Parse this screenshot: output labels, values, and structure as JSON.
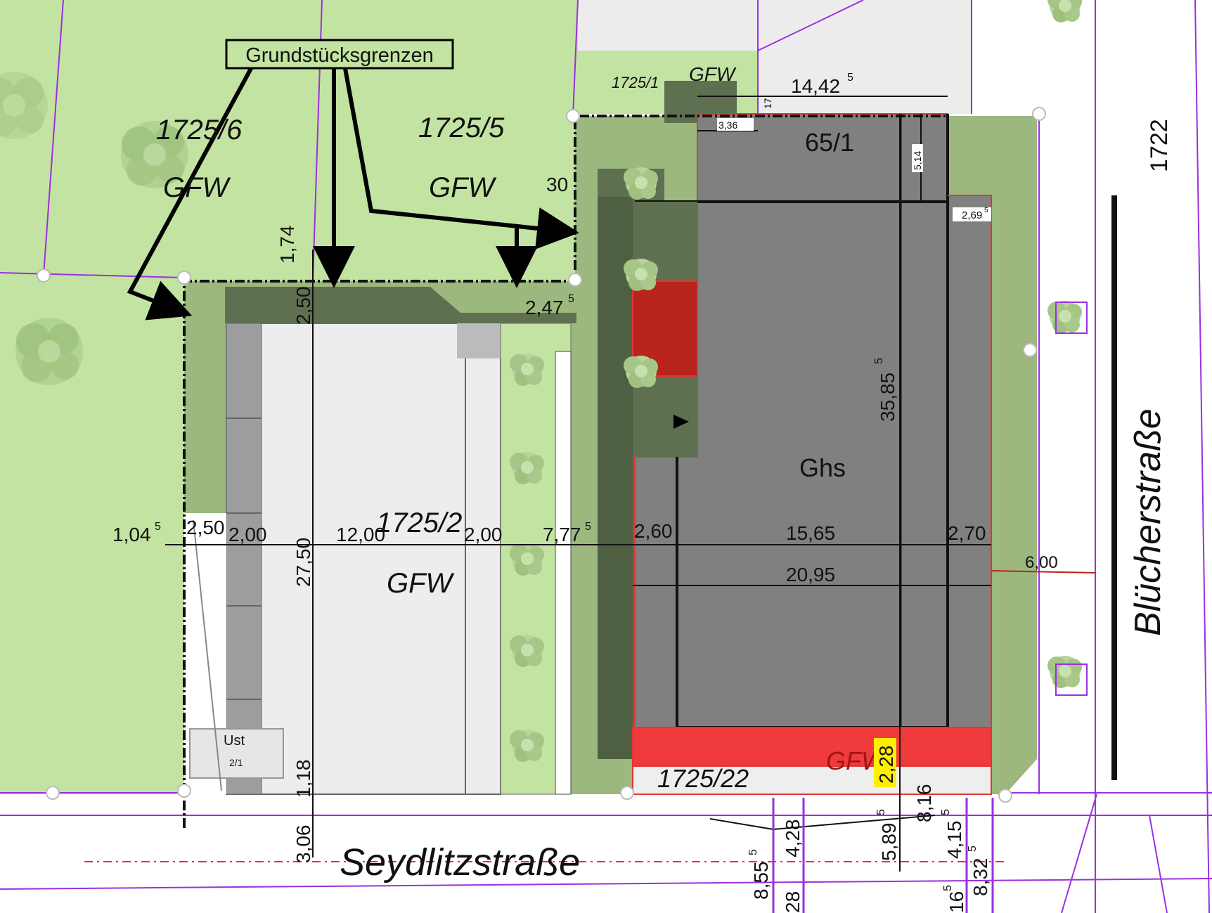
{
  "colors": {
    "lawn": "#c3e3a2",
    "parcel_green": "#9cb87f",
    "dark_green": "#5e7050",
    "building_grey": "#808080",
    "building_light": "#ededed",
    "red_zone": "#e33636",
    "parcel_line": "#9b30e0",
    "highlight": "#ffee00"
  },
  "callout": {
    "text": "Grundstücksgrenzen"
  },
  "parcels": {
    "p1725_6": "1725/6",
    "p1725_5": "1725/5",
    "p1725_1": "1725/1",
    "p65_1": "65/1",
    "p1725_2": "1725/2",
    "p1725_22": "1725/22",
    "p1722": "1722"
  },
  "uses": {
    "gfw_1": "GFW",
    "gfw_2": "GFW",
    "gfw_3": "GFW",
    "gfw_4": "GFW",
    "gfw_5": "GFW",
    "ghs": "Ghs",
    "ust": "Ust",
    "ust_sub": "2/1"
  },
  "streets": {
    "seydlitz": "Seydlitzstraße",
    "bluecher": "Blücherstraße"
  },
  "dimensions": {
    "d14_42": "14,42",
    "d14_42_sup": "5",
    "d3_36": "3,36",
    "d17": "17",
    "d5_14": "5,14",
    "d2_69": "2,69",
    "d2_69_sup": "5",
    "d30": "30",
    "d1_74": "1,74",
    "d2_50a": "2,50",
    "d2_47": "2,47",
    "d2_47_sup": "5",
    "d35_85": "35,85",
    "d35_85_sup": "5",
    "d1_04": "1,04",
    "d1_04_sup": "5",
    "d2_50b": "2,50",
    "d2_00a": "2,00",
    "d12_00": "12,00",
    "d2_00b": "2,00",
    "d7_77": "7,77",
    "d7_77_sup": "5",
    "d2_60": "2,60",
    "d15_65": "15,65",
    "d2_70": "2,70",
    "d6_00": "6,00",
    "d20_95": "20,95",
    "d27_50": "27,50",
    "d1_18": "1,18",
    "d3_06": "3,06",
    "d2_28": "2,28",
    "d8_16": "8,16",
    "d4_28": "4,28",
    "d5_89": "5,89",
    "d5_89_sup": "5",
    "d4_15": "4,15",
    "d4_15_sup": "5",
    "d8_55": "8,55",
    "d8_55_sup": "5",
    "d8_32": "8,32",
    "d8_32_sup": "5",
    "d28": "28",
    "d16": "16",
    "d16_sup": "5"
  }
}
